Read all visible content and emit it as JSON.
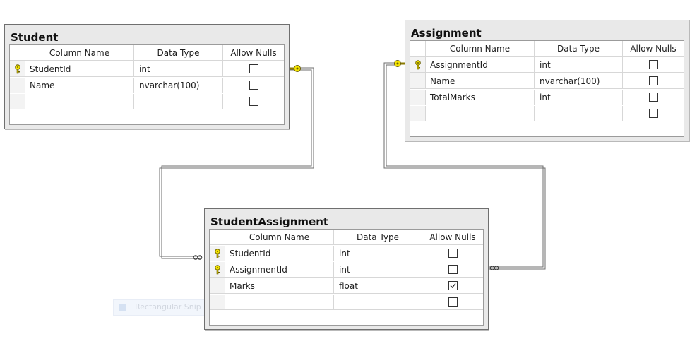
{
  "columns_header": {
    "name": "Column Name",
    "type": "Data Type",
    "nulls": "Allow Nulls"
  },
  "tables": {
    "student": {
      "title": "Student",
      "rows": [
        {
          "name": "StudentId",
          "type": "int",
          "allow_nulls": false,
          "primary_key": true
        },
        {
          "name": "Name",
          "type": "nvarchar(100)",
          "allow_nulls": false,
          "primary_key": false
        },
        {
          "name": "",
          "type": "",
          "allow_nulls": false,
          "primary_key": false
        }
      ]
    },
    "assignment": {
      "title": "Assignment",
      "rows": [
        {
          "name": "AssignmentId",
          "type": "int",
          "allow_nulls": false,
          "primary_key": true
        },
        {
          "name": "Name",
          "type": "nvarchar(100)",
          "allow_nulls": false,
          "primary_key": false
        },
        {
          "name": "TotalMarks",
          "type": "int",
          "allow_nulls": false,
          "primary_key": false
        },
        {
          "name": "",
          "type": "",
          "allow_nulls": false,
          "primary_key": false
        }
      ]
    },
    "student_assignment": {
      "title": "StudentAssignment",
      "rows": [
        {
          "name": "StudentId",
          "type": "int",
          "allow_nulls": false,
          "primary_key": true
        },
        {
          "name": "AssignmentId",
          "type": "int",
          "allow_nulls": false,
          "primary_key": true
        },
        {
          "name": "Marks",
          "type": "float",
          "allow_nulls": true,
          "primary_key": false
        },
        {
          "name": "",
          "type": "",
          "allow_nulls": false,
          "primary_key": false
        }
      ]
    }
  },
  "relationships": [
    {
      "from": "Student",
      "to": "StudentAssignment",
      "one_end": "key",
      "many_end": "infinity"
    },
    {
      "from": "Assignment",
      "to": "StudentAssignment",
      "one_end": "key",
      "many_end": "infinity"
    }
  ],
  "overlay": {
    "text": "Rectangular Snip"
  },
  "colors": {
    "key": "#f2e200",
    "box_bg": "#e9e9e9",
    "border": "#6f6f6f",
    "connector": "#6f6f6f"
  }
}
